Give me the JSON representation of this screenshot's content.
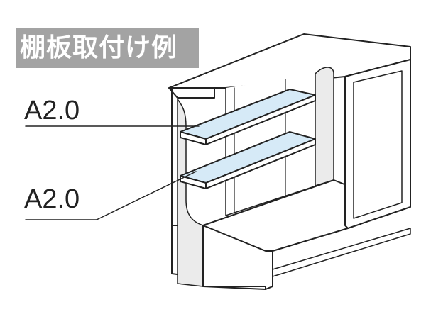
{
  "title": "棚板取付け例",
  "callouts": [
    {
      "label": "A2.0"
    },
    {
      "label": "A2.0"
    }
  ],
  "colors": {
    "title_background": "#a3a3a3",
    "title_text": "#ffffff",
    "line": "#222222",
    "shelf_fill": "#d6eaf7",
    "wall_shade": "#ebebeb"
  }
}
